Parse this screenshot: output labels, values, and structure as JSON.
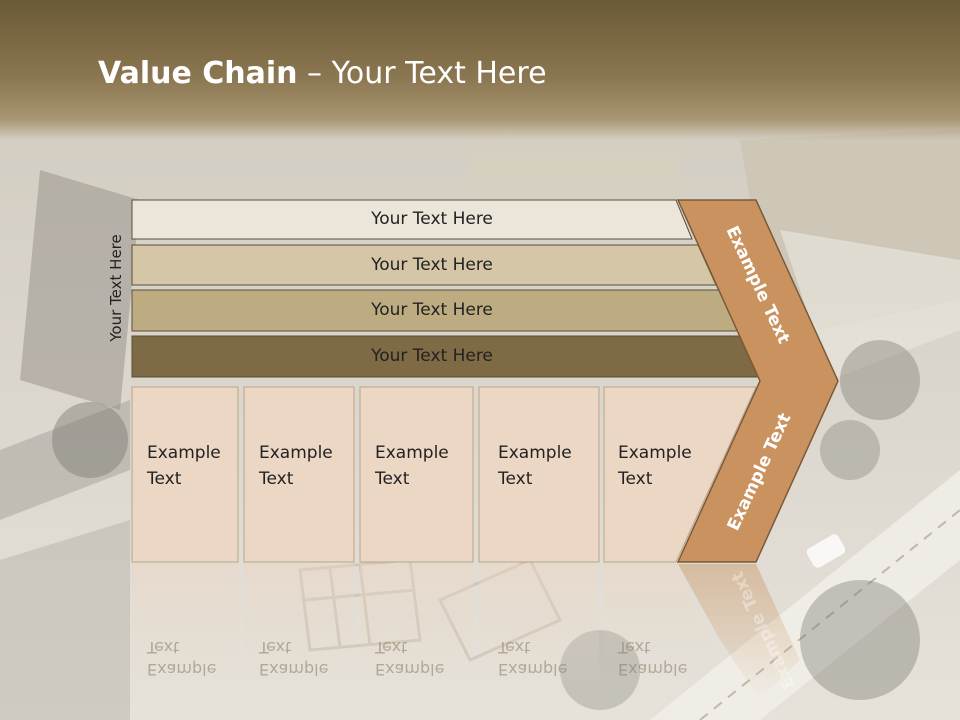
{
  "title": {
    "bold": "Value Chain",
    "rest": " – Your Text Here"
  },
  "side_label": "Your Text Here",
  "rows": [
    {
      "label": "Your Text Here",
      "color": "#ebe5da"
    },
    {
      "label": "Your Text Here",
      "color": "#d4c6a6"
    },
    {
      "label": "Your Text Here",
      "color": "#bdac82"
    },
    {
      "label": "Your Text Here",
      "color": "#7e6a44"
    }
  ],
  "boxes": [
    {
      "text": "Example\nText"
    },
    {
      "text": "Example\nText"
    },
    {
      "text": "Example\nText"
    },
    {
      "text": "Example\nText"
    },
    {
      "text": "Example\nText"
    }
  ],
  "chevron": {
    "upper": "Example Text",
    "lower": "Example Text",
    "color": "#c9925f"
  },
  "colors": {
    "title_band": "#7a6844",
    "box_fill": "#ecd7c4",
    "box_border": "#b9a58a"
  }
}
